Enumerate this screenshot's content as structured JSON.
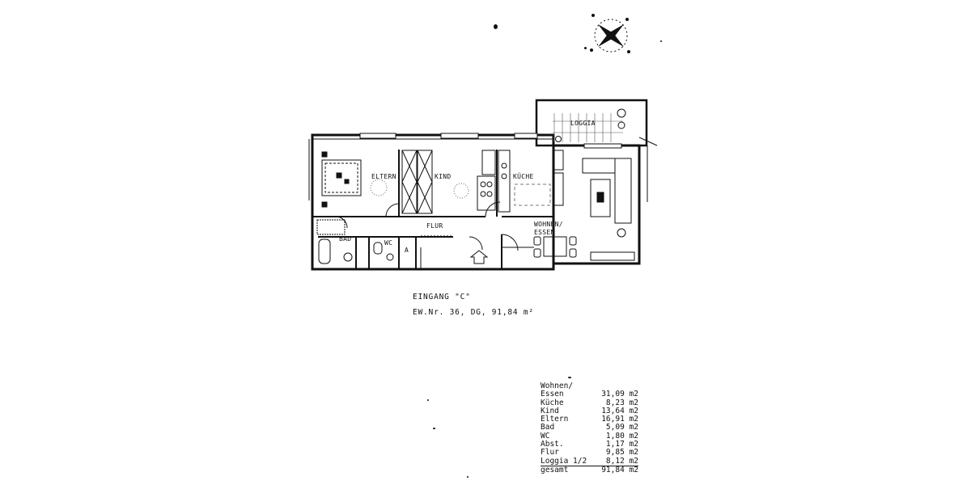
{
  "rooms": {
    "eltern": "ELTERN",
    "kind": "KIND",
    "kueche": "KÜCHE",
    "loggia": "LOGGIA",
    "flur": "FLUR",
    "bad": "BAD",
    "wc": "WC",
    "abst": "A",
    "wohnen_line1": "WOHNEN/",
    "wohnen_line2": "ESSEN"
  },
  "caption": {
    "entrance": "EINGANG \"C\"",
    "unit": "EW.Nr. 36, DG, 91,84 m²"
  },
  "area_table": {
    "header": "Wohnen/",
    "rows": [
      {
        "name": "Essen",
        "value": "31,09 m2"
      },
      {
        "name": "Küche",
        "value": "8,23 m2"
      },
      {
        "name": "Kind",
        "value": "13,64 m2"
      },
      {
        "name": "Eltern",
        "value": "16,91 m2"
      },
      {
        "name": "Bad",
        "value": "5,09 m2"
      },
      {
        "name": "WC",
        "value": "1,80 m2"
      },
      {
        "name": "Abst.",
        "value": "1,17 m2"
      },
      {
        "name": "Flur",
        "value": "9,85 m2"
      },
      {
        "name": "Loggia 1/2",
        "value": "8,12 m2"
      }
    ],
    "total": {
      "name": "gesamt",
      "value": "91,84 m2"
    }
  },
  "compass": {
    "icon": "compass-rose-icon"
  }
}
